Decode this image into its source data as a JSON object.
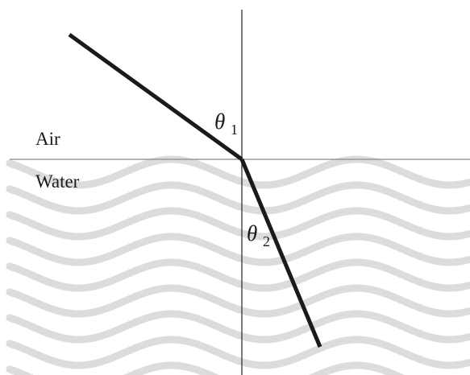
{
  "labels": {
    "upper_medium": "Air",
    "lower_medium": "Water",
    "incident_angle_symbol": "θ",
    "incident_angle_subscript": "1",
    "refracted_angle_symbol": "θ",
    "refracted_angle_subscript": "2"
  },
  "colors": {
    "background": "#ffffff",
    "ray": "#1a1a1a",
    "axis_lines": "#333333",
    "interface_line": "#9a9a9a",
    "water_waves": "#dcdcdc"
  }
}
